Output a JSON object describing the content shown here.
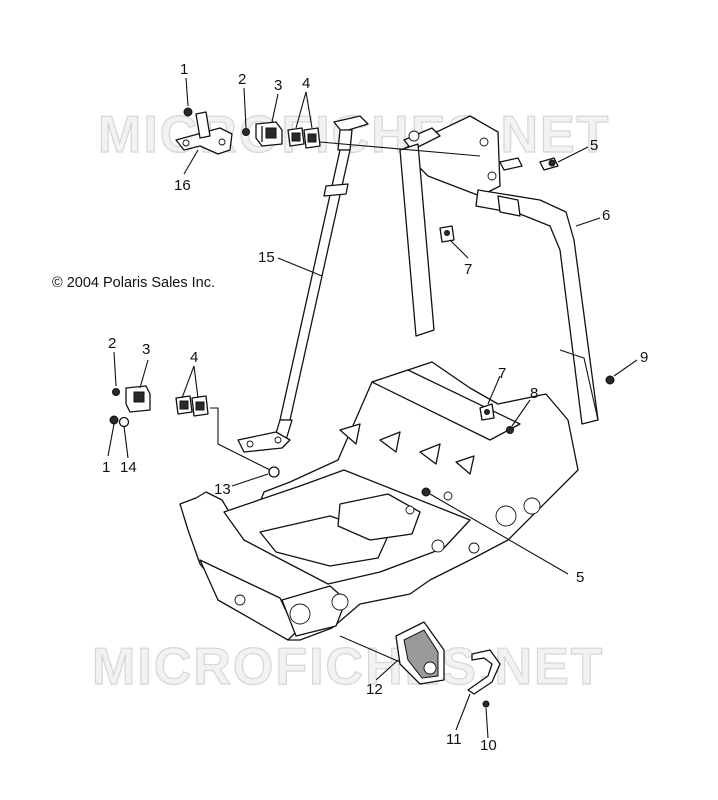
{
  "copyright": "© 2004 Polaris Sales Inc.",
  "watermark": "MICROFICHES.NET",
  "callouts": {
    "top_1": "1",
    "top_2": "2",
    "top_3": "3",
    "top_4": "4",
    "top_5": "5",
    "top_6": "6",
    "top_7": "7",
    "top_16": "16",
    "mid_15": "15",
    "mid_9": "9",
    "left_2": "2",
    "left_3": "3",
    "left_4": "4",
    "left_1": "1",
    "left_14": "14",
    "mid_7": "7",
    "mid_8": "8",
    "mid_13": "13",
    "mid_5": "5",
    "bot_12": "12",
    "bot_11": "11",
    "bot_10": "10"
  },
  "colors": {
    "line": "#111111",
    "watermark_fill": "#f2f2f2",
    "watermark_stroke": "#d6d6d6"
  }
}
